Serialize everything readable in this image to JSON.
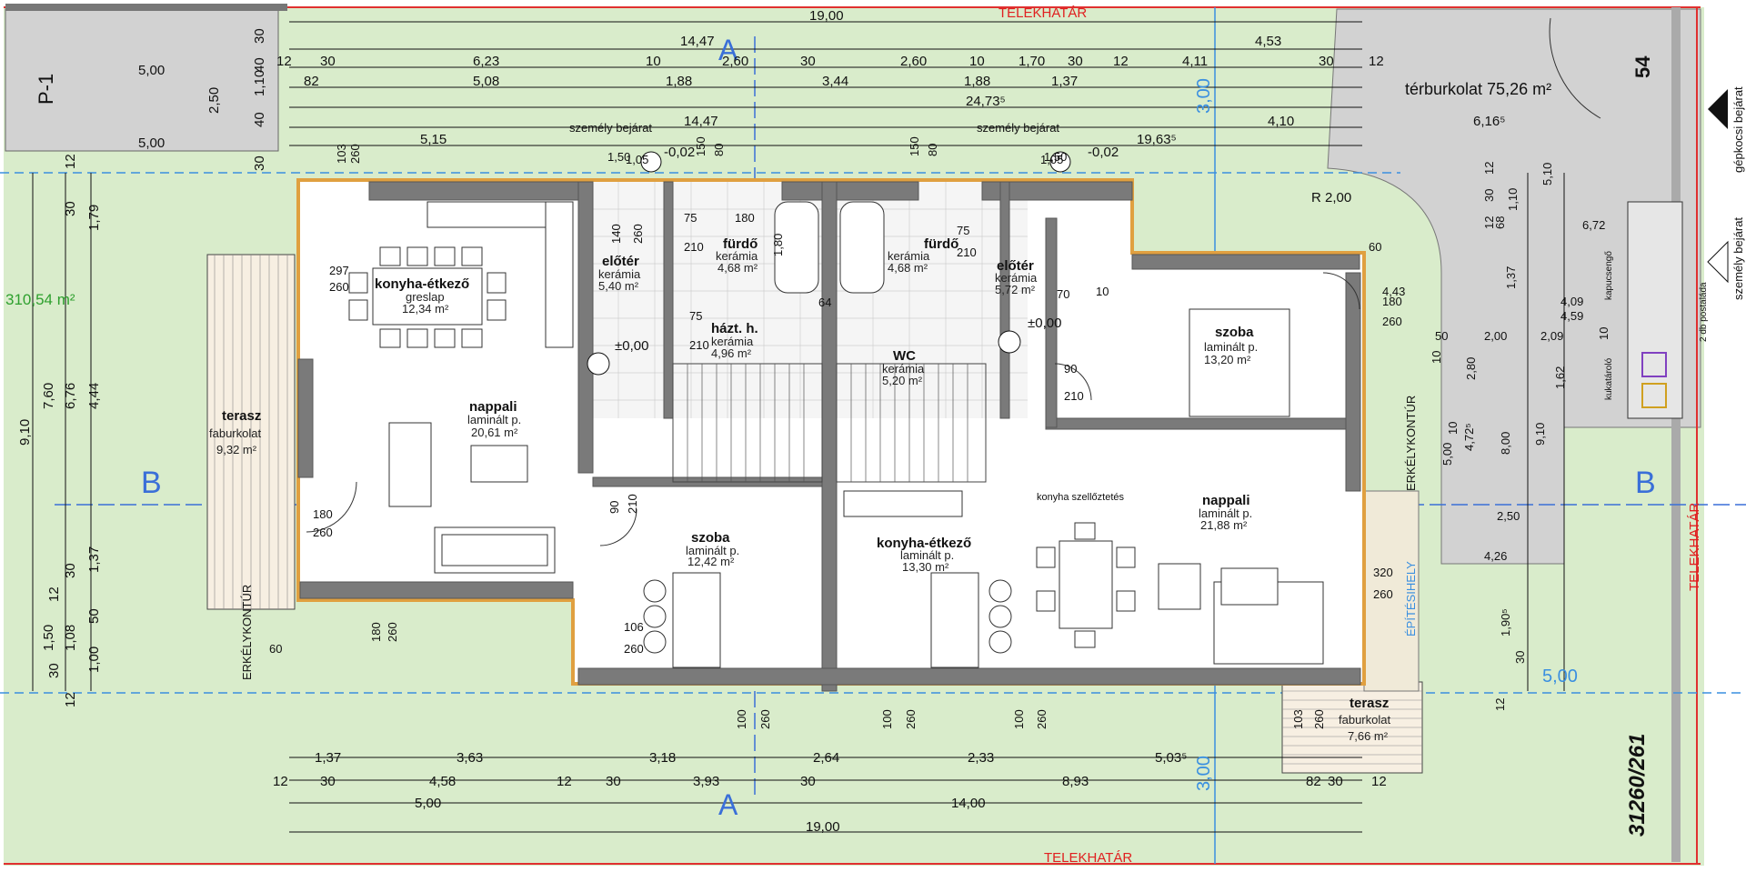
{
  "boundary": {
    "top": "TELEKHATÁR",
    "bottom": "TELEKHATÁR",
    "right": "TELEKHATÁR"
  },
  "plot": {
    "area": "310,54 m²",
    "number": "31260/261",
    "house_number": "54"
  },
  "parking": {
    "label": "P-1",
    "width": "5,00",
    "height": "2,50",
    "length": "5,00"
  },
  "paving": {
    "label": "térburkolat 75,26 m²"
  },
  "entrances": {
    "vehicle": "gépkocsi bejárat",
    "pedestrian": "személy bejárat",
    "person_entry_1": "személy bejárat",
    "person_entry_2": "személy bejárat",
    "mailbox": "2 db postaláda",
    "gate": "kapucsengő",
    "bin": "kukatároló"
  },
  "sections": {
    "a_top": "A",
    "a_bottom": "A",
    "b_left": "B",
    "b_right": "B"
  },
  "contours": {
    "balcony_left": "ERKÉLYKONTÚR",
    "balcony_right": "ERKÉLYKONTÚR",
    "building_line": "ÉPÍTÉSIHELY"
  },
  "notes": {
    "kitchen_vent": "konyha szellőztetés",
    "radius": "R 2,00",
    "blue_300_top": "3,00",
    "blue_300_bottom": "3,00",
    "blue_500": "5,00"
  },
  "rooms": [
    {
      "name": "konyha-étkező",
      "material": "greslap",
      "area": "12,34 m²"
    },
    {
      "name": "nappali",
      "material": "laminált p.",
      "area": "20,61 m²"
    },
    {
      "name": "terasz",
      "material": "faburkolat",
      "area": "9,32 m²"
    },
    {
      "name": "előtér",
      "material": "kerámia",
      "area": "5,40 m²"
    },
    {
      "name": "fürdő",
      "material": "kerámia",
      "area": "4,68 m²"
    },
    {
      "name": "házt. h.",
      "material": "kerámia",
      "area": "4,96 m²"
    },
    {
      "name": "fürdő",
      "material": "kerámia",
      "area": "4,68 m²"
    },
    {
      "name": "WC",
      "material": "kerámia",
      "area": "5,20 m²"
    },
    {
      "name": "előtér",
      "material": "kerámia",
      "area": "5,72 m²"
    },
    {
      "name": "szoba",
      "material": "laminált p.",
      "area": "13,20 m²"
    },
    {
      "name": "szoba",
      "material": "laminált p.",
      "area": "12,42 m²"
    },
    {
      "name": "konyha-étkező",
      "material": "laminált p.",
      "area": "13,30 m²"
    },
    {
      "name": "nappali",
      "material": "laminált p.",
      "area": "21,88 m²"
    },
    {
      "name": "terasz",
      "material": "faburkolat",
      "area": "7,66 m²"
    }
  ],
  "levels": {
    "left": "±0,00",
    "right": "±0,00",
    "neg_left": "-0,02",
    "neg_right": "-0,02"
  },
  "dims_top": {
    "r1": [
      "19,00"
    ],
    "r2": [
      "14,47",
      "4,53"
    ],
    "r3": [
      "12",
      "30",
      "6,23",
      "10",
      "2,60",
      "30",
      "2,60",
      "10",
      "1,70",
      "30",
      "12",
      "4,11",
      "30",
      "12"
    ],
    "r4": [
      "82",
      "5,08",
      "1,88",
      "3,44",
      "1,88",
      "1,37"
    ],
    "r5": [
      "24,73⁵"
    ],
    "r6": [
      "14,47",
      "4,10"
    ],
    "r7": [
      "5,15",
      "19,63⁵"
    ],
    "r8": [
      "6,16⁵"
    ],
    "vert_left": [
      "30",
      "40",
      "1,10",
      "40",
      "30"
    ]
  },
  "dims_bottom": {
    "r1": [
      "1,37",
      "3,63",
      "3,18",
      "2,64",
      "2,33",
      "5,03⁵"
    ],
    "r2": [
      "12",
      "30",
      "4,58",
      "12",
      "30",
      "3,93",
      "30",
      "8,93",
      "30",
      "12",
      "82"
    ],
    "r3": [
      "5,00",
      "14,00"
    ],
    "r4": [
      "19,00"
    ]
  },
  "dims_left": [
    "12",
    "30",
    "1,79",
    "7,60",
    "6,76",
    "4,44",
    "9,10",
    "30",
    "1,37",
    "12",
    "1,50",
    "1,08",
    "50",
    "1,00",
    "30",
    "12"
  ],
  "dims_misc": {
    "openings": [
      "297",
      "260",
      "180",
      "260",
      "103",
      "260",
      "150",
      "80",
      "150",
      "80",
      "1,05",
      "1,50",
      "1,05",
      "1,50",
      "140",
      "260",
      "75",
      "180",
      "210",
      "1,80",
      "75",
      "210",
      "64",
      "75",
      "210",
      "70",
      "10",
      "4,43",
      "90",
      "210",
      "180",
      "260",
      "60",
      "90",
      "210",
      "106",
      "260",
      "100",
      "260",
      "100",
      "260",
      "100",
      "260",
      "320",
      "260",
      "103",
      "260",
      "180",
      "260",
      "60"
    ],
    "right_side": [
      "12",
      "30",
      "12",
      "68",
      "1,10",
      "1,37",
      "5,10",
      "6,72",
      "4,09",
      "4,59",
      "50",
      "2,00",
      "10",
      "2,09",
      "10",
      "1,62",
      "2,80",
      "10",
      "4,72⁵",
      "8,00",
      "9,10",
      "5,00",
      "2,50",
      "4,26",
      "1,90⁵",
      "30",
      "12"
    ]
  }
}
